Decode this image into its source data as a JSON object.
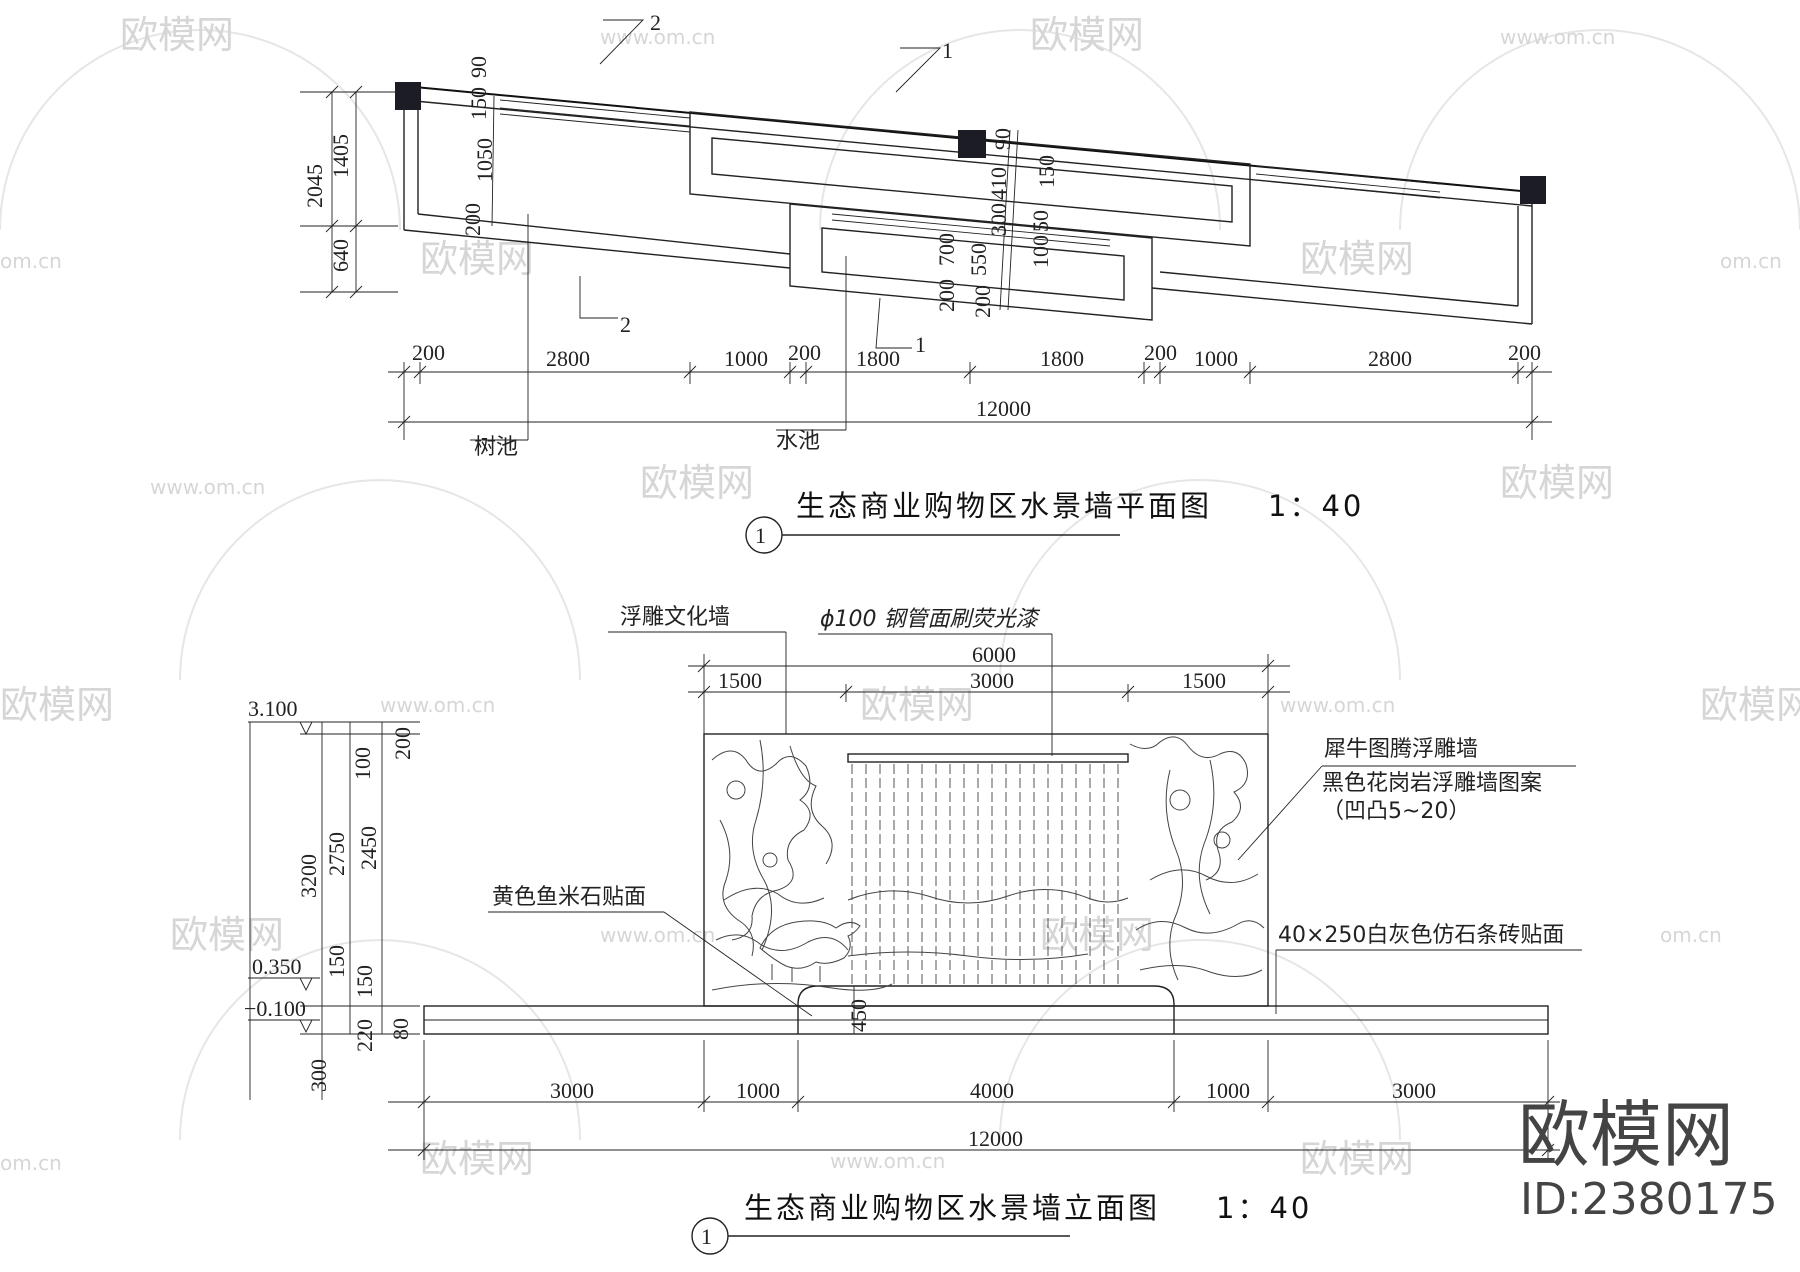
{
  "plan": {
    "title": "生态商业购物区水景墙平面图",
    "scale": "1：40",
    "marker": "1",
    "section_marks": [
      "2",
      "1",
      "1",
      "2"
    ],
    "callouts": {
      "tree_pool": "树池",
      "water_pool": "水池"
    },
    "dims_bottom": [
      "200",
      "2800",
      "1000",
      "200",
      "1800",
      "1800",
      "200",
      "1000",
      "2800",
      "200"
    ],
    "dim_total": "12000",
    "dims_left": [
      "2045",
      "1405",
      "640",
      "1050",
      "200",
      "150",
      "90"
    ],
    "dims_center": [
      "90",
      "150",
      "410",
      "300",
      "700",
      "550",
      "200",
      "200",
      "50",
      "100"
    ]
  },
  "elevation": {
    "title": "生态商业购物区水景墙立面图",
    "scale": "1：40",
    "marker": "1",
    "callouts": {
      "relief_wall": "浮雕文化墙",
      "steel_pipe": "ϕ100 钢管面刷荧光漆",
      "rhino_wall": "犀牛图腾浮雕墙",
      "granite": "黑色花岗岩浮雕墙图案",
      "relief_depth": "（凹凸5~20）",
      "fish_stone": "黄色鱼米石贴面",
      "strip_brick": "40×250白灰色仿石条砖贴面"
    },
    "dims_top": [
      "6000",
      "1500",
      "3000",
      "1500"
    ],
    "levels": [
      "3.100",
      "0.350",
      "−0.100"
    ],
    "dims_left": [
      "3200",
      "2750",
      "2450",
      "100",
      "200",
      "150",
      "150",
      "220",
      "80",
      "300"
    ],
    "dim_450": "450",
    "dims_bottom": [
      "3000",
      "1000",
      "4000",
      "1000",
      "3000"
    ],
    "dim_total": "12000"
  },
  "watermark": {
    "site": "www.om.cn",
    "short": "om.cn",
    "brand": "欧模网"
  },
  "brand_stamp": {
    "name": "欧模网",
    "id": "ID:2380175"
  }
}
